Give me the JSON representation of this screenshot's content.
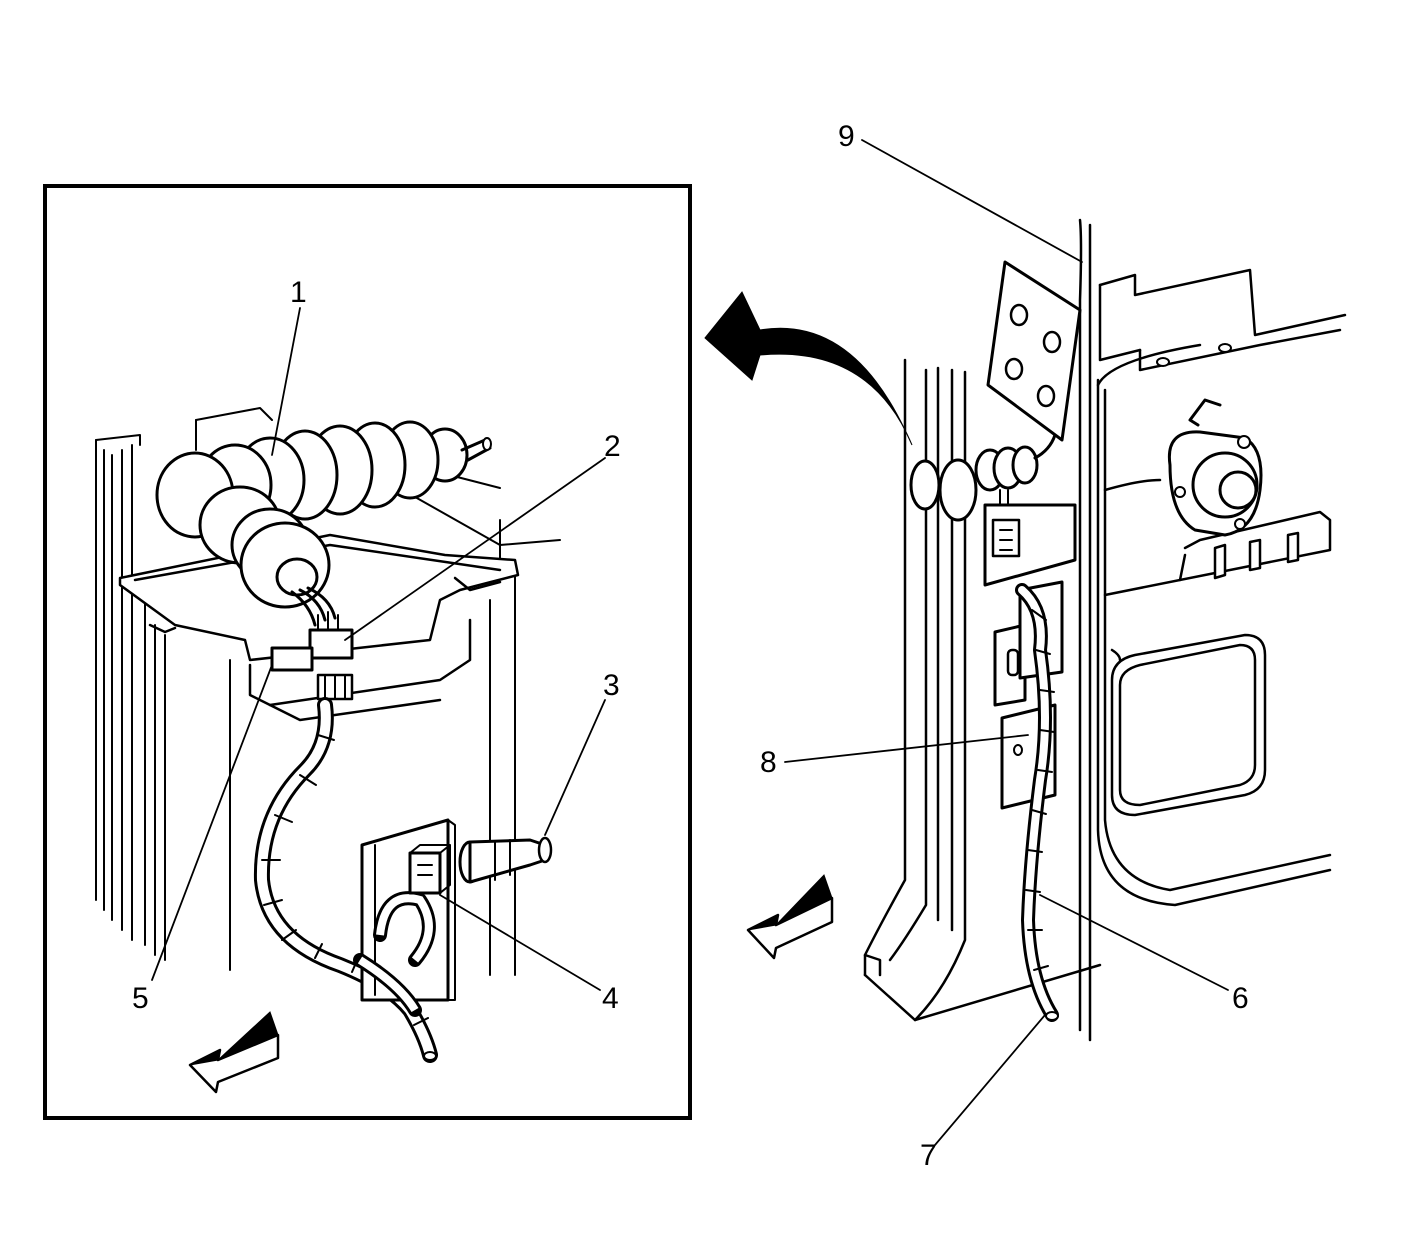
{
  "colors": {
    "ink": "#000000",
    "paper": "#ffffff"
  },
  "callouts": [
    {
      "id": "1",
      "label": "1"
    },
    {
      "id": "2",
      "label": "2"
    },
    {
      "id": "3",
      "label": "3"
    },
    {
      "id": "4",
      "label": "4"
    },
    {
      "id": "5",
      "label": "5"
    },
    {
      "id": "6",
      "label": "6"
    },
    {
      "id": "7",
      "label": "7"
    },
    {
      "id": "8",
      "label": "8"
    },
    {
      "id": "9",
      "label": "9"
    }
  ],
  "icons": {
    "detail_arrow": "curved-arrow-icon",
    "direction_inset": "forward-direction-arrow-icon",
    "direction_main": "forward-direction-arrow-icon"
  }
}
